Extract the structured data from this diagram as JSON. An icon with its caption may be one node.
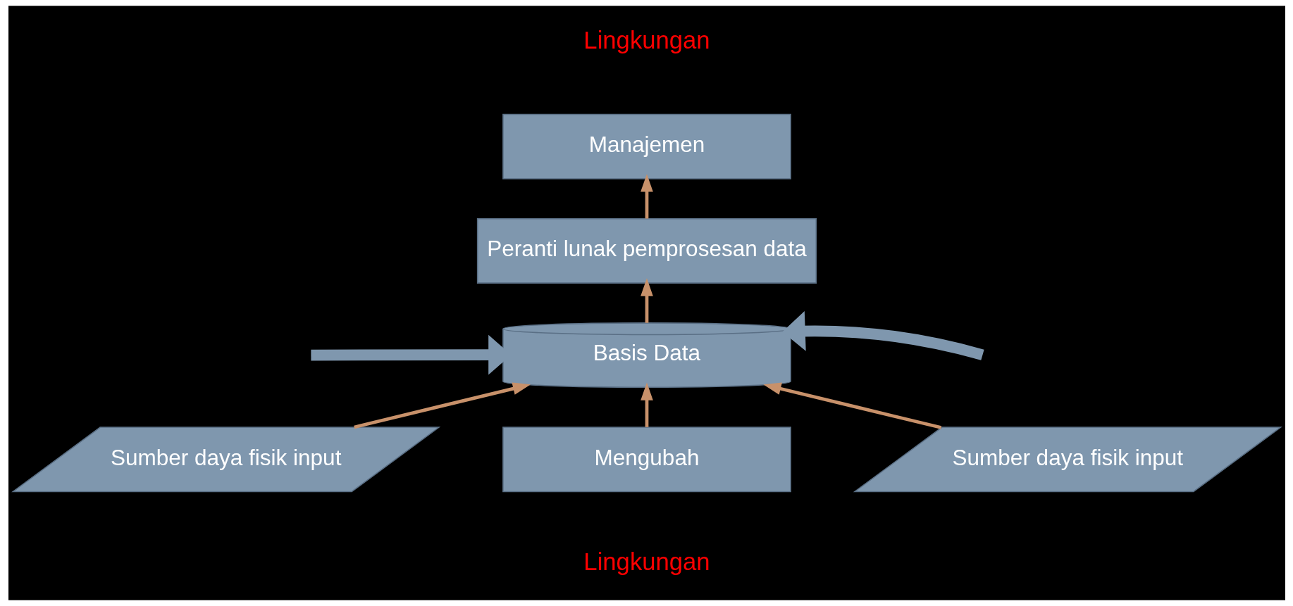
{
  "diagram": {
    "nodes": [
      {
        "text": [
          "Manajemen"
        ]
      },
      {
        "text": [
          "Peranti lunak pemprosesan data"
        ]
      },
      {
        "text": [
          "Basis Data"
        ]
      },
      {
        "text": [
          "Sumber daya fisik input"
        ]
      },
      {
        "text": [
          "Mengubah"
        ]
      },
      {
        "text": [
          "Sumber daya fisik input"
        ]
      }
    ],
    "edges": [
      {
        "from": 1,
        "to": 0,
        "arrow": "to"
      },
      {
        "from": 2,
        "to": 1,
        "arrow": "to"
      },
      {
        "from": 3,
        "to": 2,
        "arrow": "to"
      },
      {
        "from": 4,
        "to": 2,
        "arrow": "to"
      },
      {
        "from": 5,
        "to": 2,
        "arrow": "to"
      },
      {
        "from": null,
        "to": 2,
        "arrow": "to",
        "style": "thick",
        "color": "#7f97ae"
      },
      {
        "from": null,
        "to": 2,
        "arrow": "to",
        "style": "thick",
        "color": "#7f97ae"
      }
    ],
    "labels": [
      "Lingkungan",
      "Lingkungan"
    ]
  }
}
